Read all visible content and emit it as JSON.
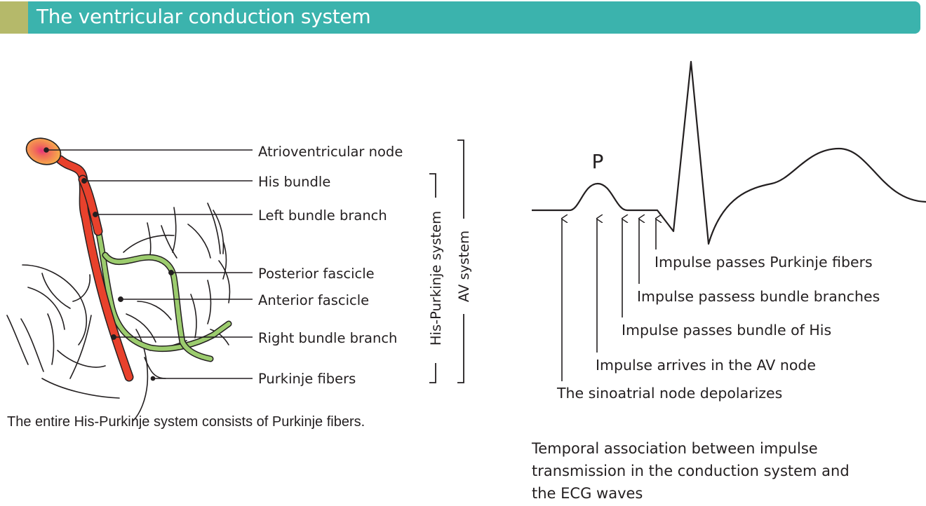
{
  "header": {
    "title": "The ventricular conduction system"
  },
  "anatomy_labels": {
    "av_node": "Atrioventricular node",
    "his_bundle": "His bundle",
    "left_bundle_branch": "Left bundle branch",
    "posterior_fascicle": "Posterior fascicle",
    "anterior_fascicle": "Anterior fascicle",
    "right_bundle_branch": "Right bundle branch",
    "purkinje_fibers": "Purkinje fibers"
  },
  "bracket_labels": {
    "his_purkinje": "His-Purkinje system",
    "av_system": "AV system"
  },
  "left_caption": "The entire His-Purkinje system consists of Purkinje fibers.",
  "ecg": {
    "p_label": "P",
    "events": [
      "Impulse passes Purkinje fibers",
      "Impulse passess bundle branches",
      "Impulse passes bundle of His",
      "Impulse arrives in the AV node",
      "The sinoatrial node depolarizes"
    ]
  },
  "right_caption": {
    "line1": "Temporal association between impulse",
    "line2": "transmission in the conduction system and",
    "line3": "the ECG waves"
  },
  "colors": {
    "banner": "#3bb3ad",
    "banner_accent": "#b5b96a",
    "his_bundle_red": "#e8412c",
    "fascicle_green": "#9ccc6e",
    "av_node_orange": "#f7b04a",
    "av_node_pink": "#e8357a"
  }
}
